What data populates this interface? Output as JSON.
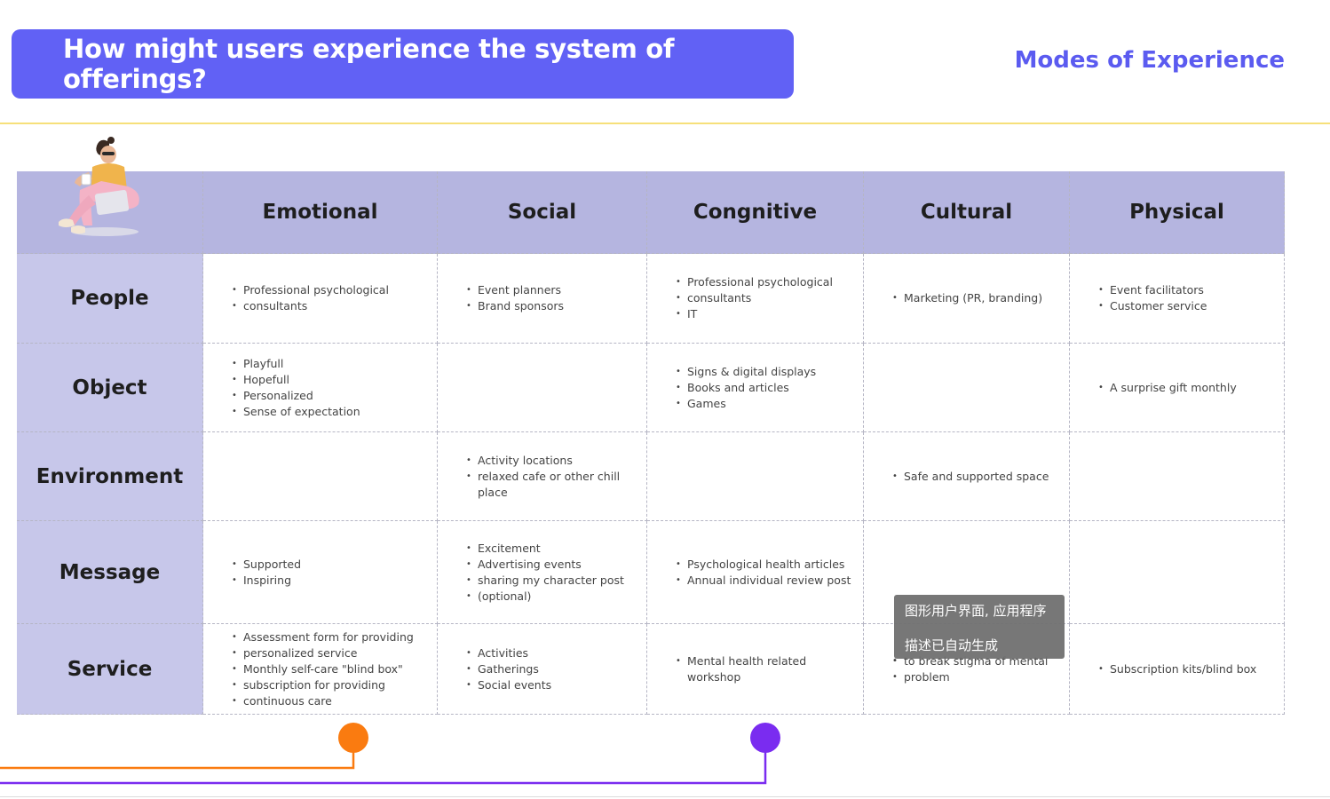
{
  "header": {
    "title": "How might users experience the system of offerings?",
    "modes_label": "Modes of Experience"
  },
  "colors": {
    "banner": "#6161f5",
    "accent_text": "#5b5bf0",
    "column_header_bg": "#b5b5e0",
    "row_header_bg": "#c7c7ea",
    "orange_node": "#fa7b10",
    "purple_node": "#7a2cf0",
    "divider": "#f6e07a"
  },
  "icons": {
    "avatar": "woman-with-laptop-illustration"
  },
  "table": {
    "columns": [
      "Emotional",
      "Social",
      "Congnitive",
      "Cultural",
      "Physical"
    ],
    "rows": [
      {
        "label": "People",
        "cells": [
          [
            "Professional psychological",
            "consultants"
          ],
          [
            "Event planners",
            "Brand sponsors"
          ],
          [
            "Professional psychological",
            "consultants",
            "IT"
          ],
          [
            "Marketing (PR, branding)"
          ],
          [
            "Event facilitators",
            "Customer service"
          ]
        ]
      },
      {
        "label": "Object",
        "cells": [
          [
            "Playfull",
            "Hopefull",
            "Personalized",
            "Sense of expectation"
          ],
          [],
          [
            "Signs & digital displays",
            "Books and articles",
            "Games"
          ],
          [],
          [
            "A surprise gift monthly"
          ]
        ]
      },
      {
        "label": "Environment",
        "cells": [
          [],
          [
            "Activity locations",
            "relaxed cafe or other chill place"
          ],
          [],
          [
            "Safe and supported space"
          ],
          []
        ]
      },
      {
        "label": "Message",
        "cells": [
          [
            "Supported",
            "Inspiring"
          ],
          [
            "Excitement",
            "Advertising events",
            "sharing my character post",
            "(optional)"
          ],
          [
            "Psychological health articles",
            "Annual individual review post"
          ],
          [],
          []
        ]
      },
      {
        "label": "Service",
        "cells": [
          [
            "Assessment form for providing",
            "personalized service",
            "Monthly self-care \"blind box\"",
            "subscription for providing",
            "continuous care"
          ],
          [
            "Activities",
            "Gatherings",
            "Social events"
          ],
          [
            "Mental health related workshop"
          ],
          [
            "",
            "to break stigma of mental",
            "problem"
          ],
          [
            "Subscription kits/blind box"
          ]
        ]
      }
    ]
  },
  "tooltip": {
    "line1": "图形用户界面, 应用程序",
    "line2": "描述已自动生成"
  }
}
